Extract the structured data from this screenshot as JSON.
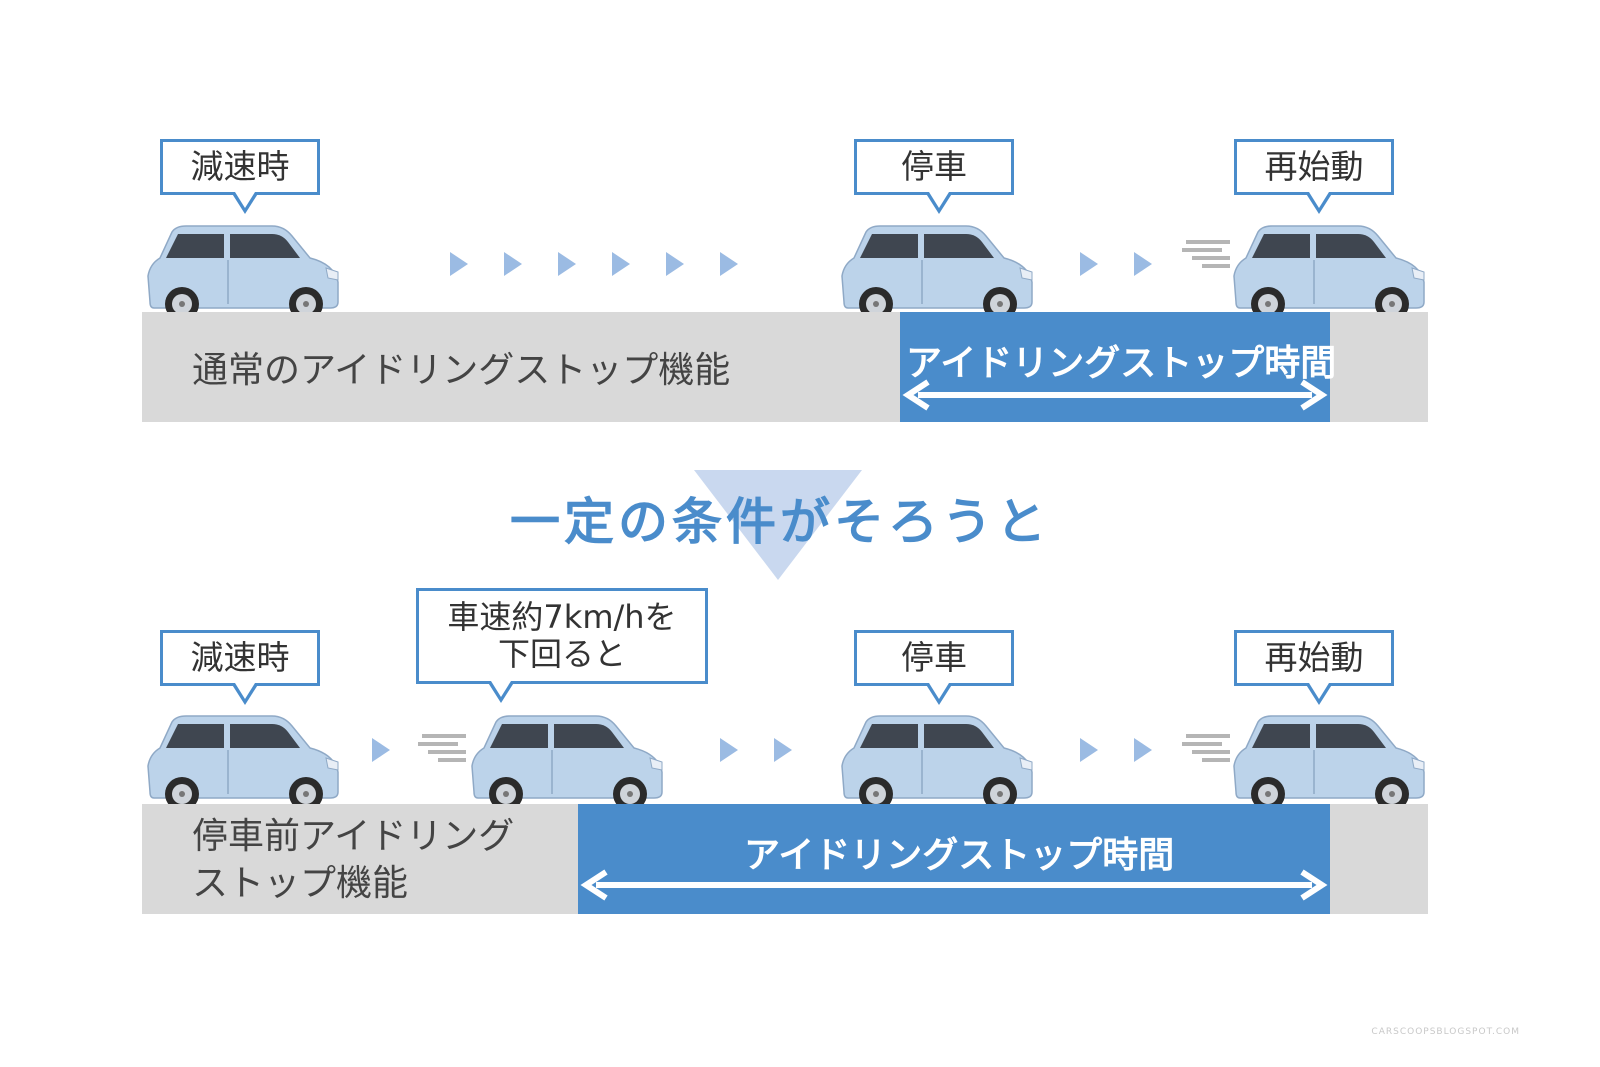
{
  "top": {
    "bubble_decel": "減速時",
    "bubble_stop": "停車",
    "bubble_restart": "再始動",
    "road_label": "通常のアイドリングストップ機能",
    "idle_label": "アイドリングストップ時間"
  },
  "middle": {
    "condition_text": "一定の条件がそろうと"
  },
  "bottom": {
    "bubble_decel": "減速時",
    "bubble_speed_line1": "車速約7km/hを",
    "bubble_speed_line2": "下回ると",
    "bubble_stop": "停車",
    "bubble_restart": "再始動",
    "road_label_line1": "停車前アイドリング",
    "road_label_line2": "ストップ機能",
    "idle_label": "アイドリングストップ時間"
  },
  "watermark": "CARSCOOPSBLOGSPOT.COM",
  "colors": {
    "accent": "#4a8ccb",
    "road": "#d9d9d9",
    "car_body": "#bcd3ea",
    "chevron": "#9bbbe3"
  }
}
